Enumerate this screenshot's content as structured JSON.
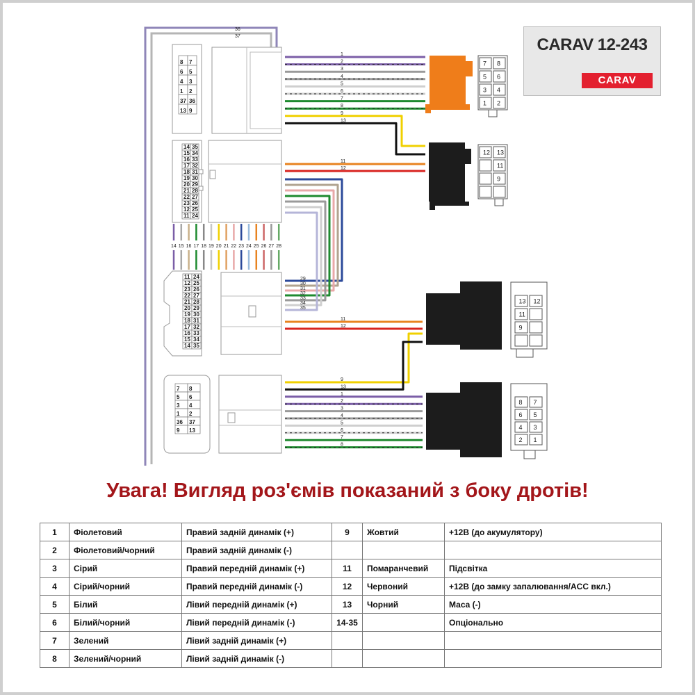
{
  "header": {
    "model_title": "CARAV 12-243",
    "brand_logo": "CARAV"
  },
  "warning": "Увага! Вигляд роз'ємів показаний з боку дротів!",
  "colors": {
    "purple": "#7b5ea7",
    "grey": "#9a9a9a",
    "green": "#1e8a2f",
    "yellow": "#f0d000",
    "orange": "#e88320",
    "red": "#d8231f",
    "black": "#111111",
    "blue": "#2c4a9a",
    "warning": "#a3161a",
    "brand_red": "#e3202f",
    "connector_orange": "#ef7d1a"
  },
  "top_loop_labels": [
    "36",
    "37"
  ],
  "conn1": {
    "cavity_labels": [
      "8",
      "7",
      "6",
      "5",
      "4",
      "3",
      "1",
      "2",
      "37",
      "36",
      "13",
      "9"
    ],
    "wire_labels": [
      "1",
      "2",
      "3",
      "4",
      "5",
      "6",
      "7",
      "8",
      "9",
      "13"
    ],
    "pins": [
      "7",
      "8",
      "5",
      "6",
      "3",
      "4",
      "1",
      "2"
    ]
  },
  "conn2": {
    "cavity_labels": [
      "14",
      "35",
      "15",
      "34",
      "16",
      "33",
      "17",
      "32",
      "18",
      "31",
      "19",
      "30",
      "20",
      "29",
      "21",
      "28",
      "22",
      "27",
      "23",
      "26",
      "12",
      "25",
      "11",
      "24"
    ],
    "wire_labels": [
      "11",
      "12"
    ],
    "pins": [
      "12",
      "13",
      "11",
      "9"
    ]
  },
  "loose_labels": [
    "14",
    "15",
    "16",
    "17",
    "18",
    "19",
    "20",
    "21",
    "22",
    "23",
    "24",
    "25",
    "26",
    "27",
    "28"
  ],
  "conn3": {
    "cavity_labels": [
      "11",
      "24",
      "12",
      "25",
      "23",
      "26",
      "22",
      "27",
      "21",
      "28",
      "20",
      "29",
      "19",
      "30",
      "18",
      "31",
      "17",
      "32",
      "16",
      "33",
      "15",
      "34",
      "14",
      "35"
    ],
    "wire_labels": [
      "29",
      "30",
      "31",
      "32",
      "33",
      "34",
      "35",
      "11",
      "12"
    ],
    "pins": [
      "13",
      "12",
      "11",
      "9"
    ]
  },
  "conn4": {
    "cavity_labels": [
      "7",
      "8",
      "5",
      "6",
      "3",
      "4",
      "1",
      "2",
      "36",
      "37",
      "9",
      "13"
    ],
    "wire_labels": [
      "9",
      "13",
      "1",
      "2",
      "3",
      "4",
      "5",
      "6",
      "7",
      "8"
    ],
    "pins": [
      "8",
      "7",
      "6",
      "5",
      "4",
      "3",
      "2",
      "1"
    ]
  },
  "legend": {
    "rows": [
      {
        "n1": "1",
        "c1": "Фіолетовий",
        "d1": "Правий задній динамік (+)",
        "n2": "9",
        "c2": "Жовтий",
        "d2": "+12В (до акумулятору)"
      },
      {
        "n1": "2",
        "c1": "Фіолетовий/чорний",
        "d1": "Правий задній динамік (-)",
        "n2": "",
        "c2": "",
        "d2": ""
      },
      {
        "n1": "3",
        "c1": "Сірий",
        "d1": "Правий передній динамік (+)",
        "n2": "11",
        "c2": "Помаранчевий",
        "d2": "Підсвітка"
      },
      {
        "n1": "4",
        "c1": "Сірий/чорний",
        "d1": "Правий передній динамік (-)",
        "n2": "12",
        "c2": "Червоний",
        "d2": "+12В (до замку запалювання/ACC вкл.)"
      },
      {
        "n1": "5",
        "c1": "Білий",
        "d1": "Лівий передній динамік (+)",
        "n2": "13",
        "c2": "Чорний",
        "d2": "Маса (-)"
      },
      {
        "n1": "6",
        "c1": "Білий/чорний",
        "d1": "Лівий передній динамік (-)",
        "n2": "14-35",
        "c2": "",
        "d2": "Опціонально"
      },
      {
        "n1": "7",
        "c1": "Зелений",
        "d1": "Лівий задній динамік (+)",
        "n2": "",
        "c2": "",
        "d2": ""
      },
      {
        "n1": "8",
        "c1": "Зелений/чорний",
        "d1": "Лівий задній динамік (-)",
        "n2": "",
        "c2": "",
        "d2": ""
      }
    ]
  }
}
